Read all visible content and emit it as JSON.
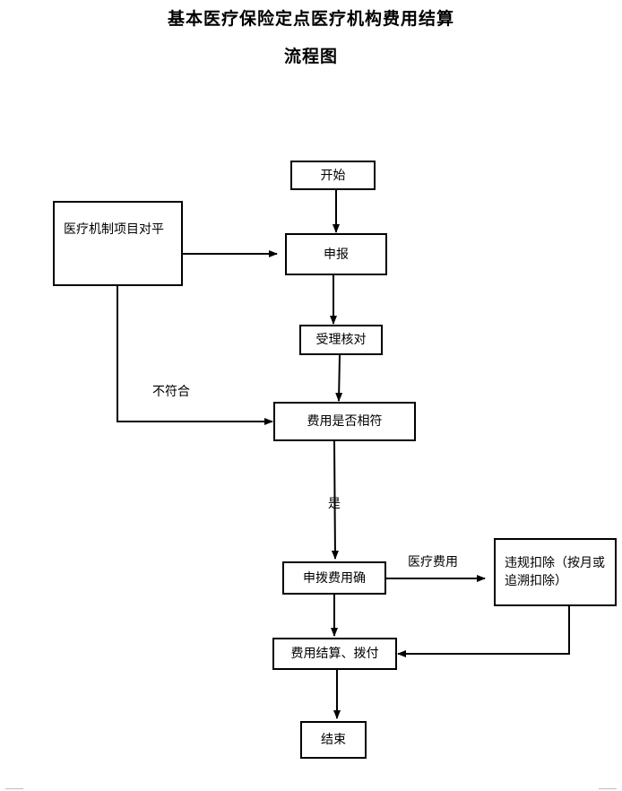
{
  "title": {
    "line1": "基本医疗保险定点医疗机构费用结算",
    "line2": "流程图"
  },
  "nodes": {
    "start": "开始",
    "declare": "申报",
    "accept_check": "受理核对",
    "fee_match": "费用是否相符",
    "apply_confirm": "申拨费用确",
    "settle_pay": "费用结算、拨付",
    "end": "结束",
    "mechanism": "医疗机制项目对平",
    "deduction": "违规扣除（按月或追溯扣除）"
  },
  "edge_labels": {
    "not_match": "不符合",
    "yes": "是",
    "medical_fee": "医疗费用"
  }
}
